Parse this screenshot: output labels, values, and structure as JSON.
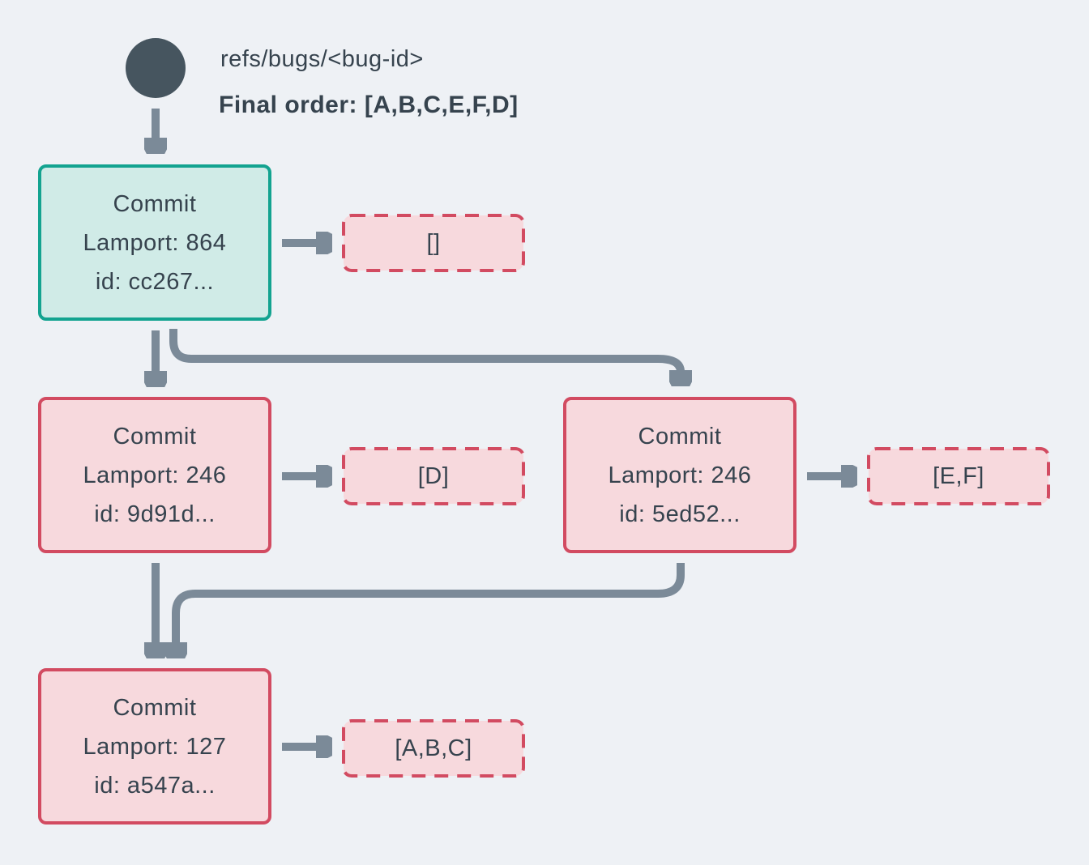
{
  "colors": {
    "background": "#eef1f5",
    "text": "#36434e",
    "arrow": "#7b8a98",
    "ref_circle": "#46555f",
    "teal_border": "#13a390",
    "teal_fill": "#d0ebe7",
    "red_border": "#d24b61",
    "pink_fill": "#f7d9dd"
  },
  "header": {
    "ref_label": "refs/bugs/<bug-id>",
    "final_order": "Final order: [A,B,C,E,F,D]"
  },
  "commits": [
    {
      "title": "Commit",
      "lamport": "Lamport: 864",
      "id_text": "id: cc267...",
      "ops": "[]"
    },
    {
      "title": "Commit",
      "lamport": "Lamport: 246",
      "id_text": "id: 9d91d...",
      "ops": "[D]"
    },
    {
      "title": "Commit",
      "lamport": "Lamport: 246",
      "id_text": "id: 5ed52...",
      "ops": "[E,F]"
    },
    {
      "title": "Commit",
      "lamport": "Lamport: 127",
      "id_text": "id: a547a...",
      "ops": "[A,B,C]"
    }
  ]
}
